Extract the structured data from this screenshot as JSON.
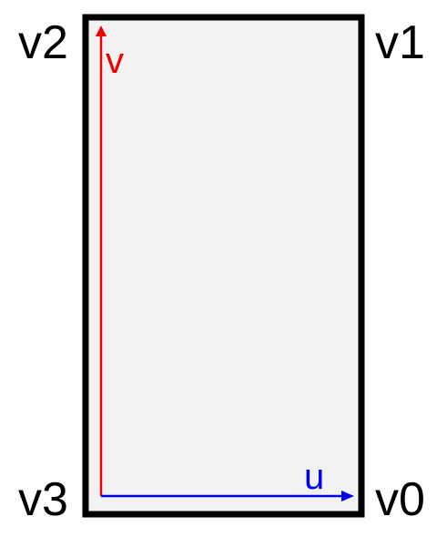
{
  "vertices": {
    "v0": "v0",
    "v1": "v1",
    "v2": "v2",
    "v3": "v3"
  },
  "axes": {
    "u": {
      "label": "u",
      "color": "#0000ee"
    },
    "v": {
      "label": "v",
      "color": "#ee0000"
    }
  },
  "colors": {
    "quad_fill": "#f2f2f2",
    "quad_stroke": "#000000"
  }
}
